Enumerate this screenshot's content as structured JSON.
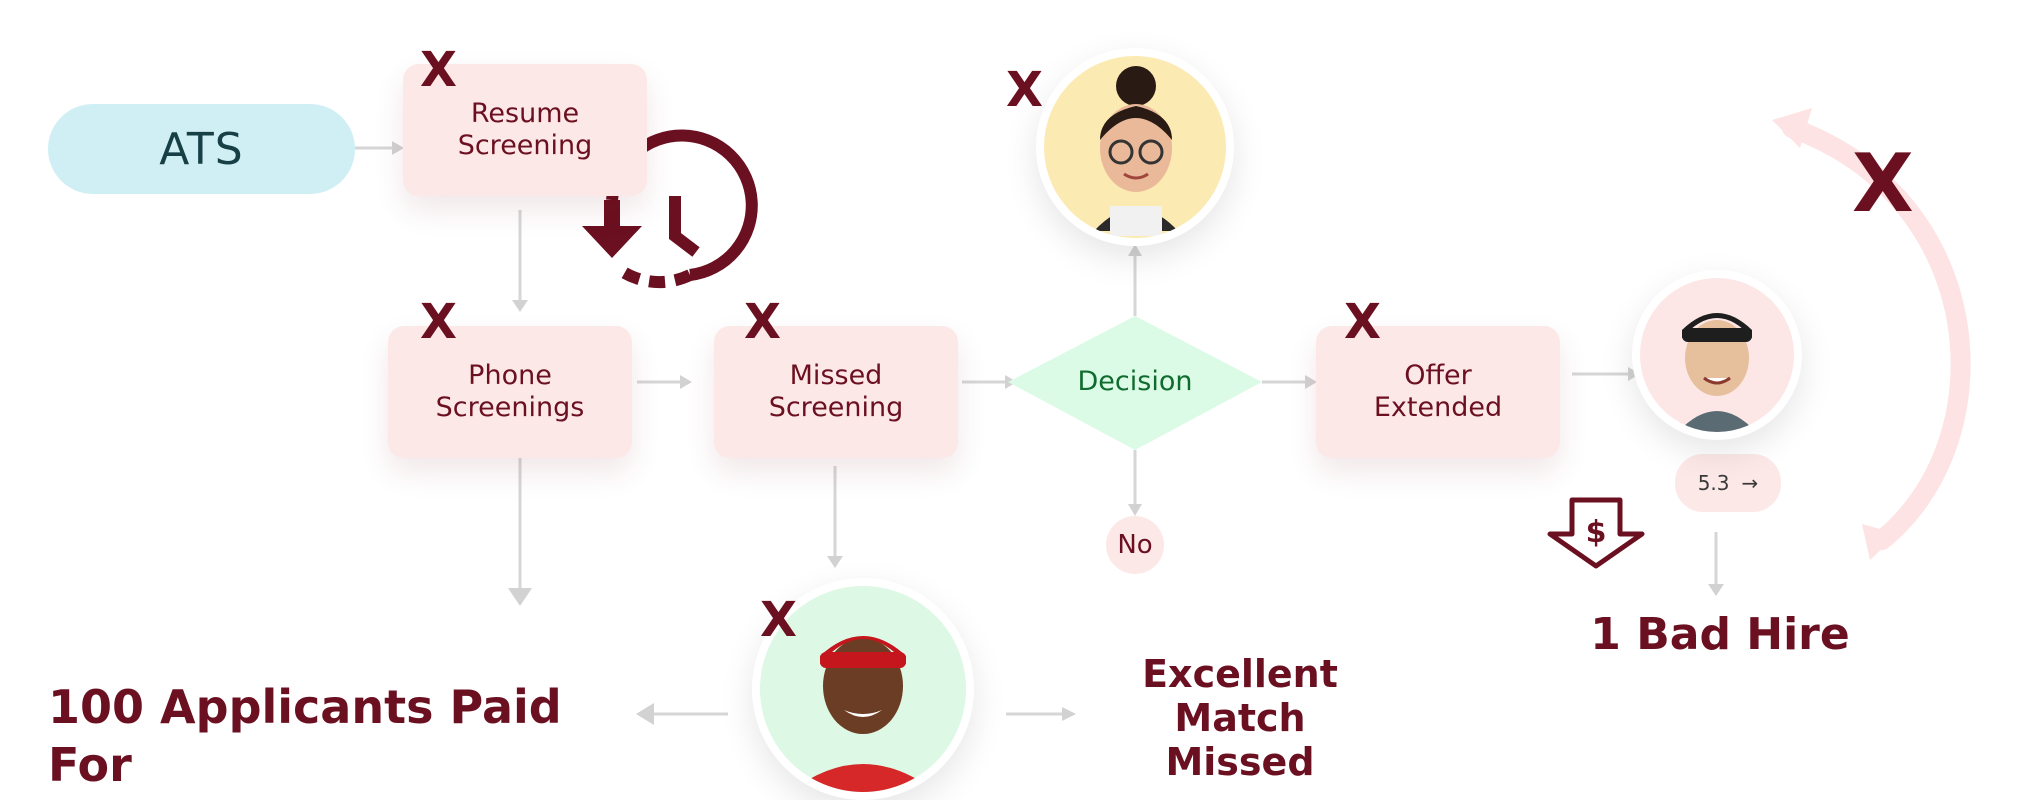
{
  "nodes": {
    "ats": "ATS",
    "resume_screening": "Resume\nScreening",
    "phone_screenings": "Phone\nScreenings",
    "missed_screening": "Missed\nScreening",
    "decision": "Decision",
    "offer_extended": "Offer\nExtended",
    "no": "No"
  },
  "outcomes": {
    "applicants_paid": "100 Applicants Paid For",
    "excellent_match": "Excellent Match\nMissed",
    "bad_hire": "1 Bad Hire"
  },
  "badge": {
    "value": "5.3",
    "arrow": "→"
  },
  "marks": {
    "x": "X"
  },
  "icons": [
    "clock-rewind-icon",
    "cost-down-icon",
    "return-arrow-icon"
  ],
  "colors": {
    "maroon": "#6b1020",
    "box_pink": "#fde8e8",
    "ats_blue": "#cfeff4",
    "decision_green": "#dcfbe6",
    "connector_gray": "#d6d6d6"
  }
}
